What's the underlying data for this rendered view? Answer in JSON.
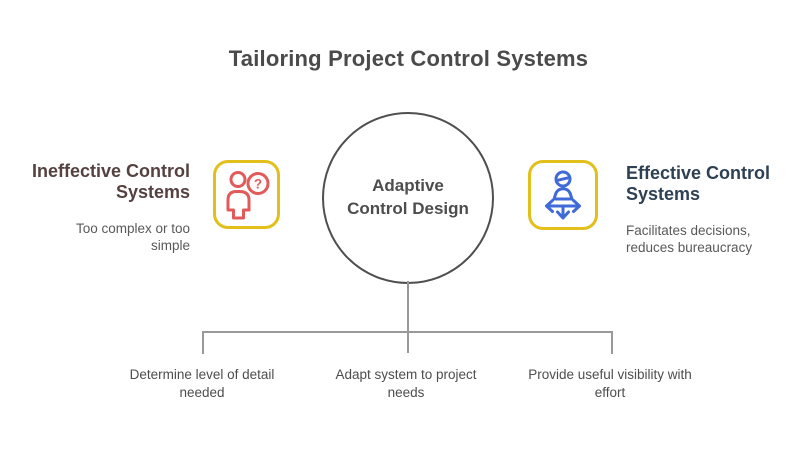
{
  "title": "Tailoring Project Control Systems",
  "center": {
    "label_line1": "Adaptive",
    "label_line2": "Control Design"
  },
  "left": {
    "heading": "Ineffective Control Systems",
    "subtitle": "Too complex or too simple",
    "icon": "person-question-icon",
    "icon_glyph": "?"
  },
  "right": {
    "heading": "Effective Control Systems",
    "subtitle": "Facilitates decisions, reduces bureaucracy",
    "icon": "person-directions-icon"
  },
  "branches": [
    {
      "label": "Determine level of detail needed"
    },
    {
      "label": "Adapt system to project needs"
    },
    {
      "label": "Provide useful visibility with effort"
    }
  ],
  "colors": {
    "title_text": "#4a4a4a",
    "left_heading": "#564141",
    "right_heading": "#2e4053",
    "subtitle_text": "#595959",
    "branch_text": "#4d4d4d",
    "line_gray": "#999999",
    "circle_border": "#4f4f4f",
    "icon_border_yellow": "#e3bf1b",
    "icon_red": "#e15b5b",
    "icon_blue": "#3f6ad8"
  }
}
